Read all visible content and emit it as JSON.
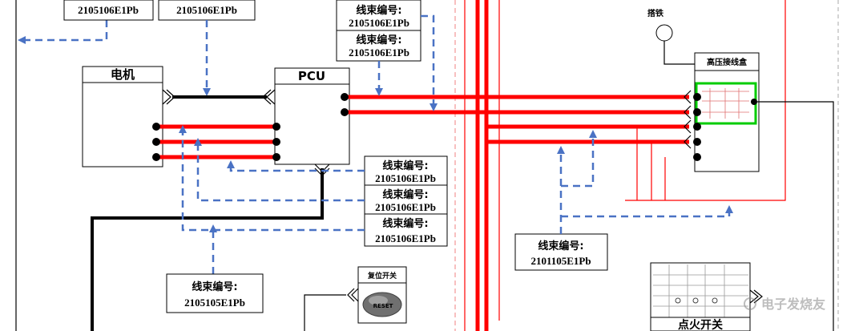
{
  "labels": {
    "top_left_1": "2105106E1Pb",
    "top_left_2": "2105106E1Pb",
    "top_center_title_1": "线束编号:",
    "top_center_num_1": "2105106E1Pb",
    "top_center_title_2": "线束编号:",
    "top_center_num_2": "2105106E1Pb",
    "right_1_title": "线束编号:",
    "right_1_num": "2105106E1Pb",
    "right_2_title": "线束编号:",
    "right_2_num": "2105106E1Pb",
    "right_3_title": "线束编号:",
    "right_3_num": "2105106E1Pb",
    "bottom_left_title": "线束编号:",
    "bottom_left_num": "2105105E1Pb",
    "bottom_right_title": "线束编号:",
    "bottom_right_num": "2101105E1Pb"
  },
  "components": {
    "motor": "电机",
    "pcu": "PCU",
    "hv_box": "高压接线盒",
    "ground": "搭铁",
    "reset_switch": "复位开关",
    "reset_button_text": "RESET",
    "ignition_switch": "点火开关"
  },
  "watermark": "电子发烧友",
  "colors": {
    "power_line": "#ff0000",
    "signal_dash": "#4a72c4",
    "inner_panel": "#00cc00"
  }
}
